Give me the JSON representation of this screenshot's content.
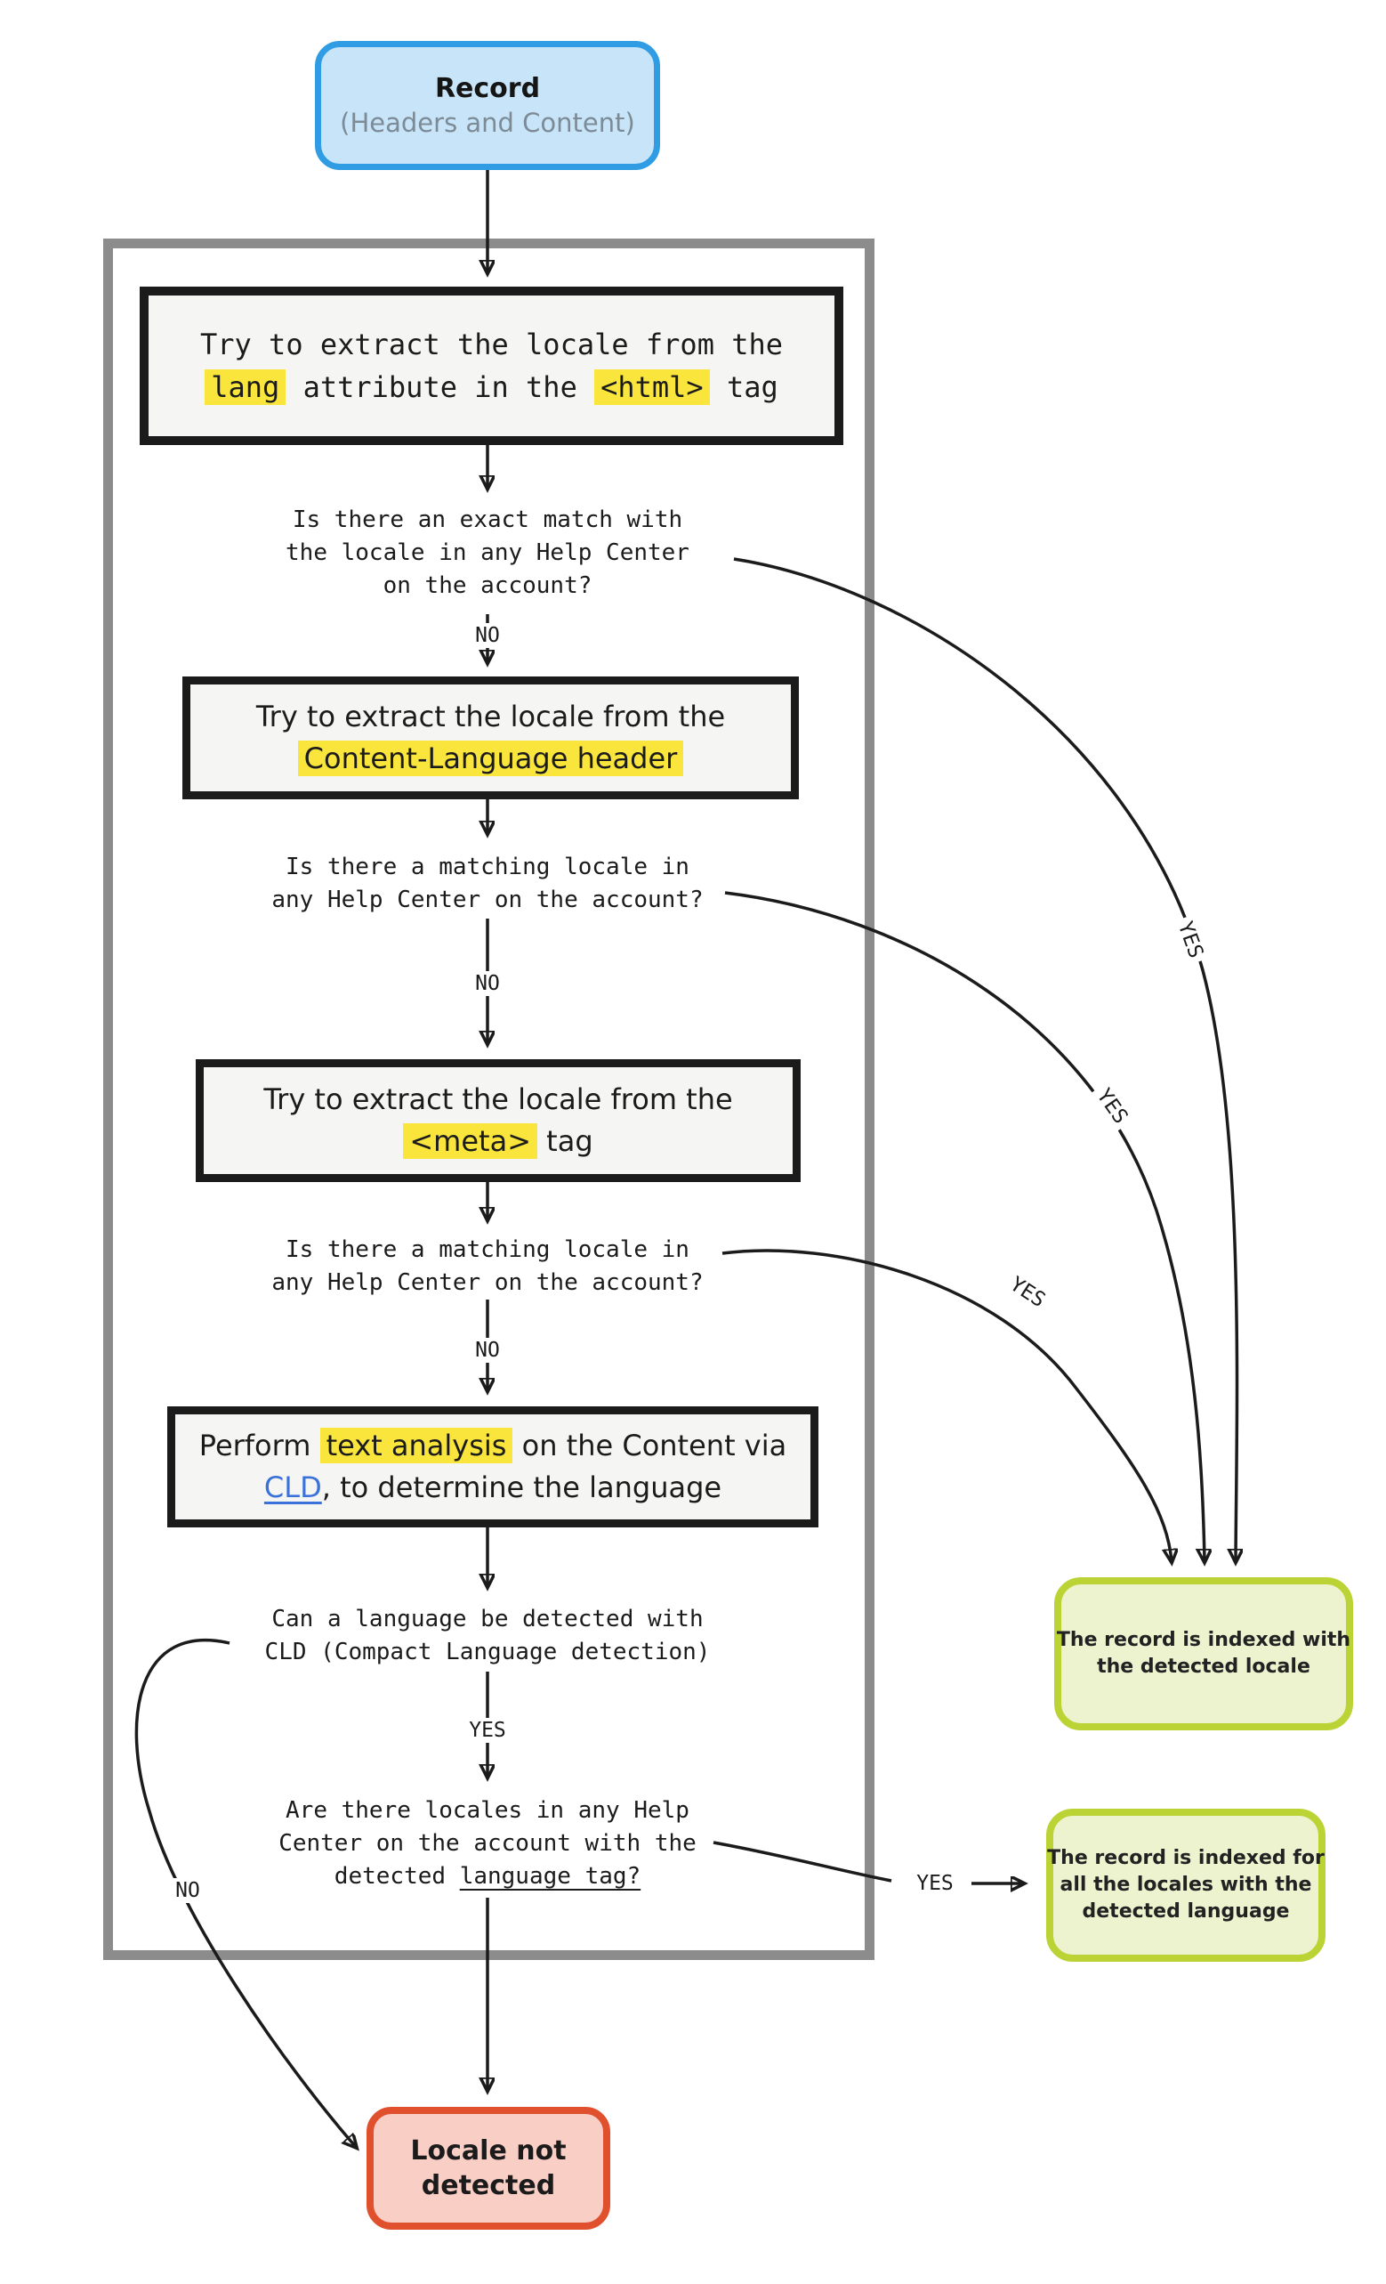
{
  "colors": {
    "start_border": "#2F9CE3",
    "start_fill": "#C8E4F9",
    "step_border": "#1B1B1B",
    "step_fill": "#F5F5F4",
    "highlight_yellow": "#F9E53C",
    "container_border": "#8C8C8C",
    "success_border": "#BCD335",
    "success_fill": "#EDF3CF",
    "fail_border": "#E0502D",
    "fail_fill": "#F8CEC5",
    "link_blue": "#3A72D9"
  },
  "start": {
    "title": "Record",
    "subtitle": "(Headers and Content)"
  },
  "steps": {
    "extract_html_lang": {
      "text_pre": "Try to extract the locale from the",
      "hl_lang": "lang",
      "text_mid": " attribute in the ",
      "hl_html": "<html>",
      "text_post": " tag"
    },
    "extract_content_language": {
      "text_pre": "Try to extract the locale from the",
      "hl": "Content-Language header"
    },
    "extract_meta": {
      "text_pre": "Try to extract the locale from the",
      "hl": "<meta>",
      "text_post": " tag"
    },
    "text_analysis": {
      "text_pre": "Perform ",
      "hl": "text analysis",
      "text_mid": " on the Content via",
      "link": "CLD",
      "text_post": ", to determine the language"
    }
  },
  "questions": {
    "q1": {
      "line1": "Is there an exact match with",
      "line2": "the locale in any Help Center",
      "line3": "on the account?"
    },
    "q2": {
      "line1": "Is there a matching locale in",
      "line2": "any Help Center on the account?"
    },
    "q3": {
      "line1": "Is there a matching locale in",
      "line2": "any Help Center on the account?"
    },
    "q4": {
      "line1": "Can a language be detected with",
      "line2": "CLD (Compact Language detection)"
    },
    "q5": {
      "line1": "Are there locales in any Help",
      "line2": "Center on the account with the",
      "line3_pre": "detected ",
      "line3_underlined": "language tag?"
    }
  },
  "labels": {
    "no": "NO",
    "yes": "YES"
  },
  "outcomes": {
    "indexed_locale": {
      "line1": "The record is indexed with",
      "line2": "the detected locale"
    },
    "indexed_language": {
      "line1": "The record is indexed for",
      "line2": "all the locales with the",
      "line3": "detected language"
    },
    "not_detected": {
      "line1": "Locale not",
      "line2": "detected"
    }
  }
}
